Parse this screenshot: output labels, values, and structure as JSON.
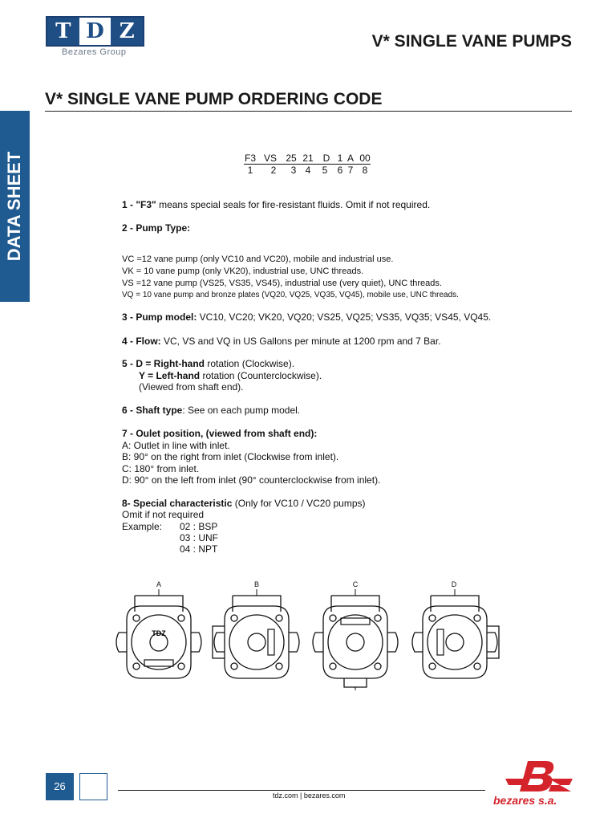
{
  "logo": {
    "letters": [
      "T",
      "D",
      "Z"
    ],
    "sub": "Bezares Group"
  },
  "header": {
    "title": "V* SINGLE VANE PUMPS"
  },
  "side_tab": {
    "label": "DATA SHEET"
  },
  "page": {
    "title": "V* SINGLE VANE PUMP ORDERING CODE"
  },
  "ordering_code": {
    "codes": [
      "F3",
      "VS",
      "25",
      "21",
      "D",
      "1",
      "A",
      "00"
    ],
    "positions": [
      "1",
      "2",
      "3",
      "4",
      "5",
      "6",
      "7",
      "8"
    ]
  },
  "items": {
    "i1_label": "1 - \"F3\"",
    "i1_text": " means special seals for fire-resistant fluids. Omit if not required.",
    "i2_label": "2 - Pump Type:",
    "vc": "VC  =12 vane pump (only VC10 and VC20), mobile and industrial use.",
    "vk": "VK  = 10 vane pump (only VK20), industrial use, UNC threads.",
    "vs": "VS  =12 vane pump (VS25, VS35, VS45), industrial use (very quiet), UNC threads.",
    "vq": "VQ = 10 vane pump and bronze plates (VQ20, VQ25, VQ35, VQ45), mobile use, UNC threads.",
    "i3_label": "3 - Pump model:",
    "i3_text": " VC10, VC20; VK20, VQ20; VS25, VQ25; VS35, VQ35; VS45, VQ45.",
    "i4_label": "4 - Flow:",
    "i4_text": " VC,  VS and VQ in US Gallons per minute at 1200 rpm and 7 Bar.",
    "i5_label": "5 - D = Right-hand",
    "i5_text": " rotation (Clockwise).",
    "i5b_label": "Y = Left-hand",
    "i5b_text": " rotation (Counterclockwise).",
    "i5c_text": "(Viewed from shaft end).",
    "i6_label": "6 - Shaft type",
    "i6_text": ": See on each pump model.",
    "i7_label": "7 - Oulet position, (viewed from shaft end):",
    "i7_a": "A: Outlet in line with inlet.",
    "i7_b": "B: 90° on the right from inlet (Clockwise from inlet).",
    "i7_c": "C: 180° from inlet.",
    "i7_d": "D: 90° on the left from inlet (90° counterclockwise from inlet).",
    "i8_label": "8- Special characteristic",
    "i8_text": " (Only for VC10 / VC20 pumps)",
    "i8_omit": "Omit if not required",
    "i8_example": "Example:",
    "i8_ex1": "02 : BSP",
    "i8_ex2": "03 : UNF",
    "i8_ex3": "04 : NPT"
  },
  "diagrams": {
    "labels": [
      "A",
      "B",
      "C",
      "D"
    ],
    "stamp": "TDZ"
  },
  "footer": {
    "page_number": "26",
    "links": "tdz.com   |   bezares.com",
    "brand": "bezares s.a."
  },
  "colors": {
    "brand_blue": "#1f5a91",
    "brand_red": "#d4232b"
  }
}
